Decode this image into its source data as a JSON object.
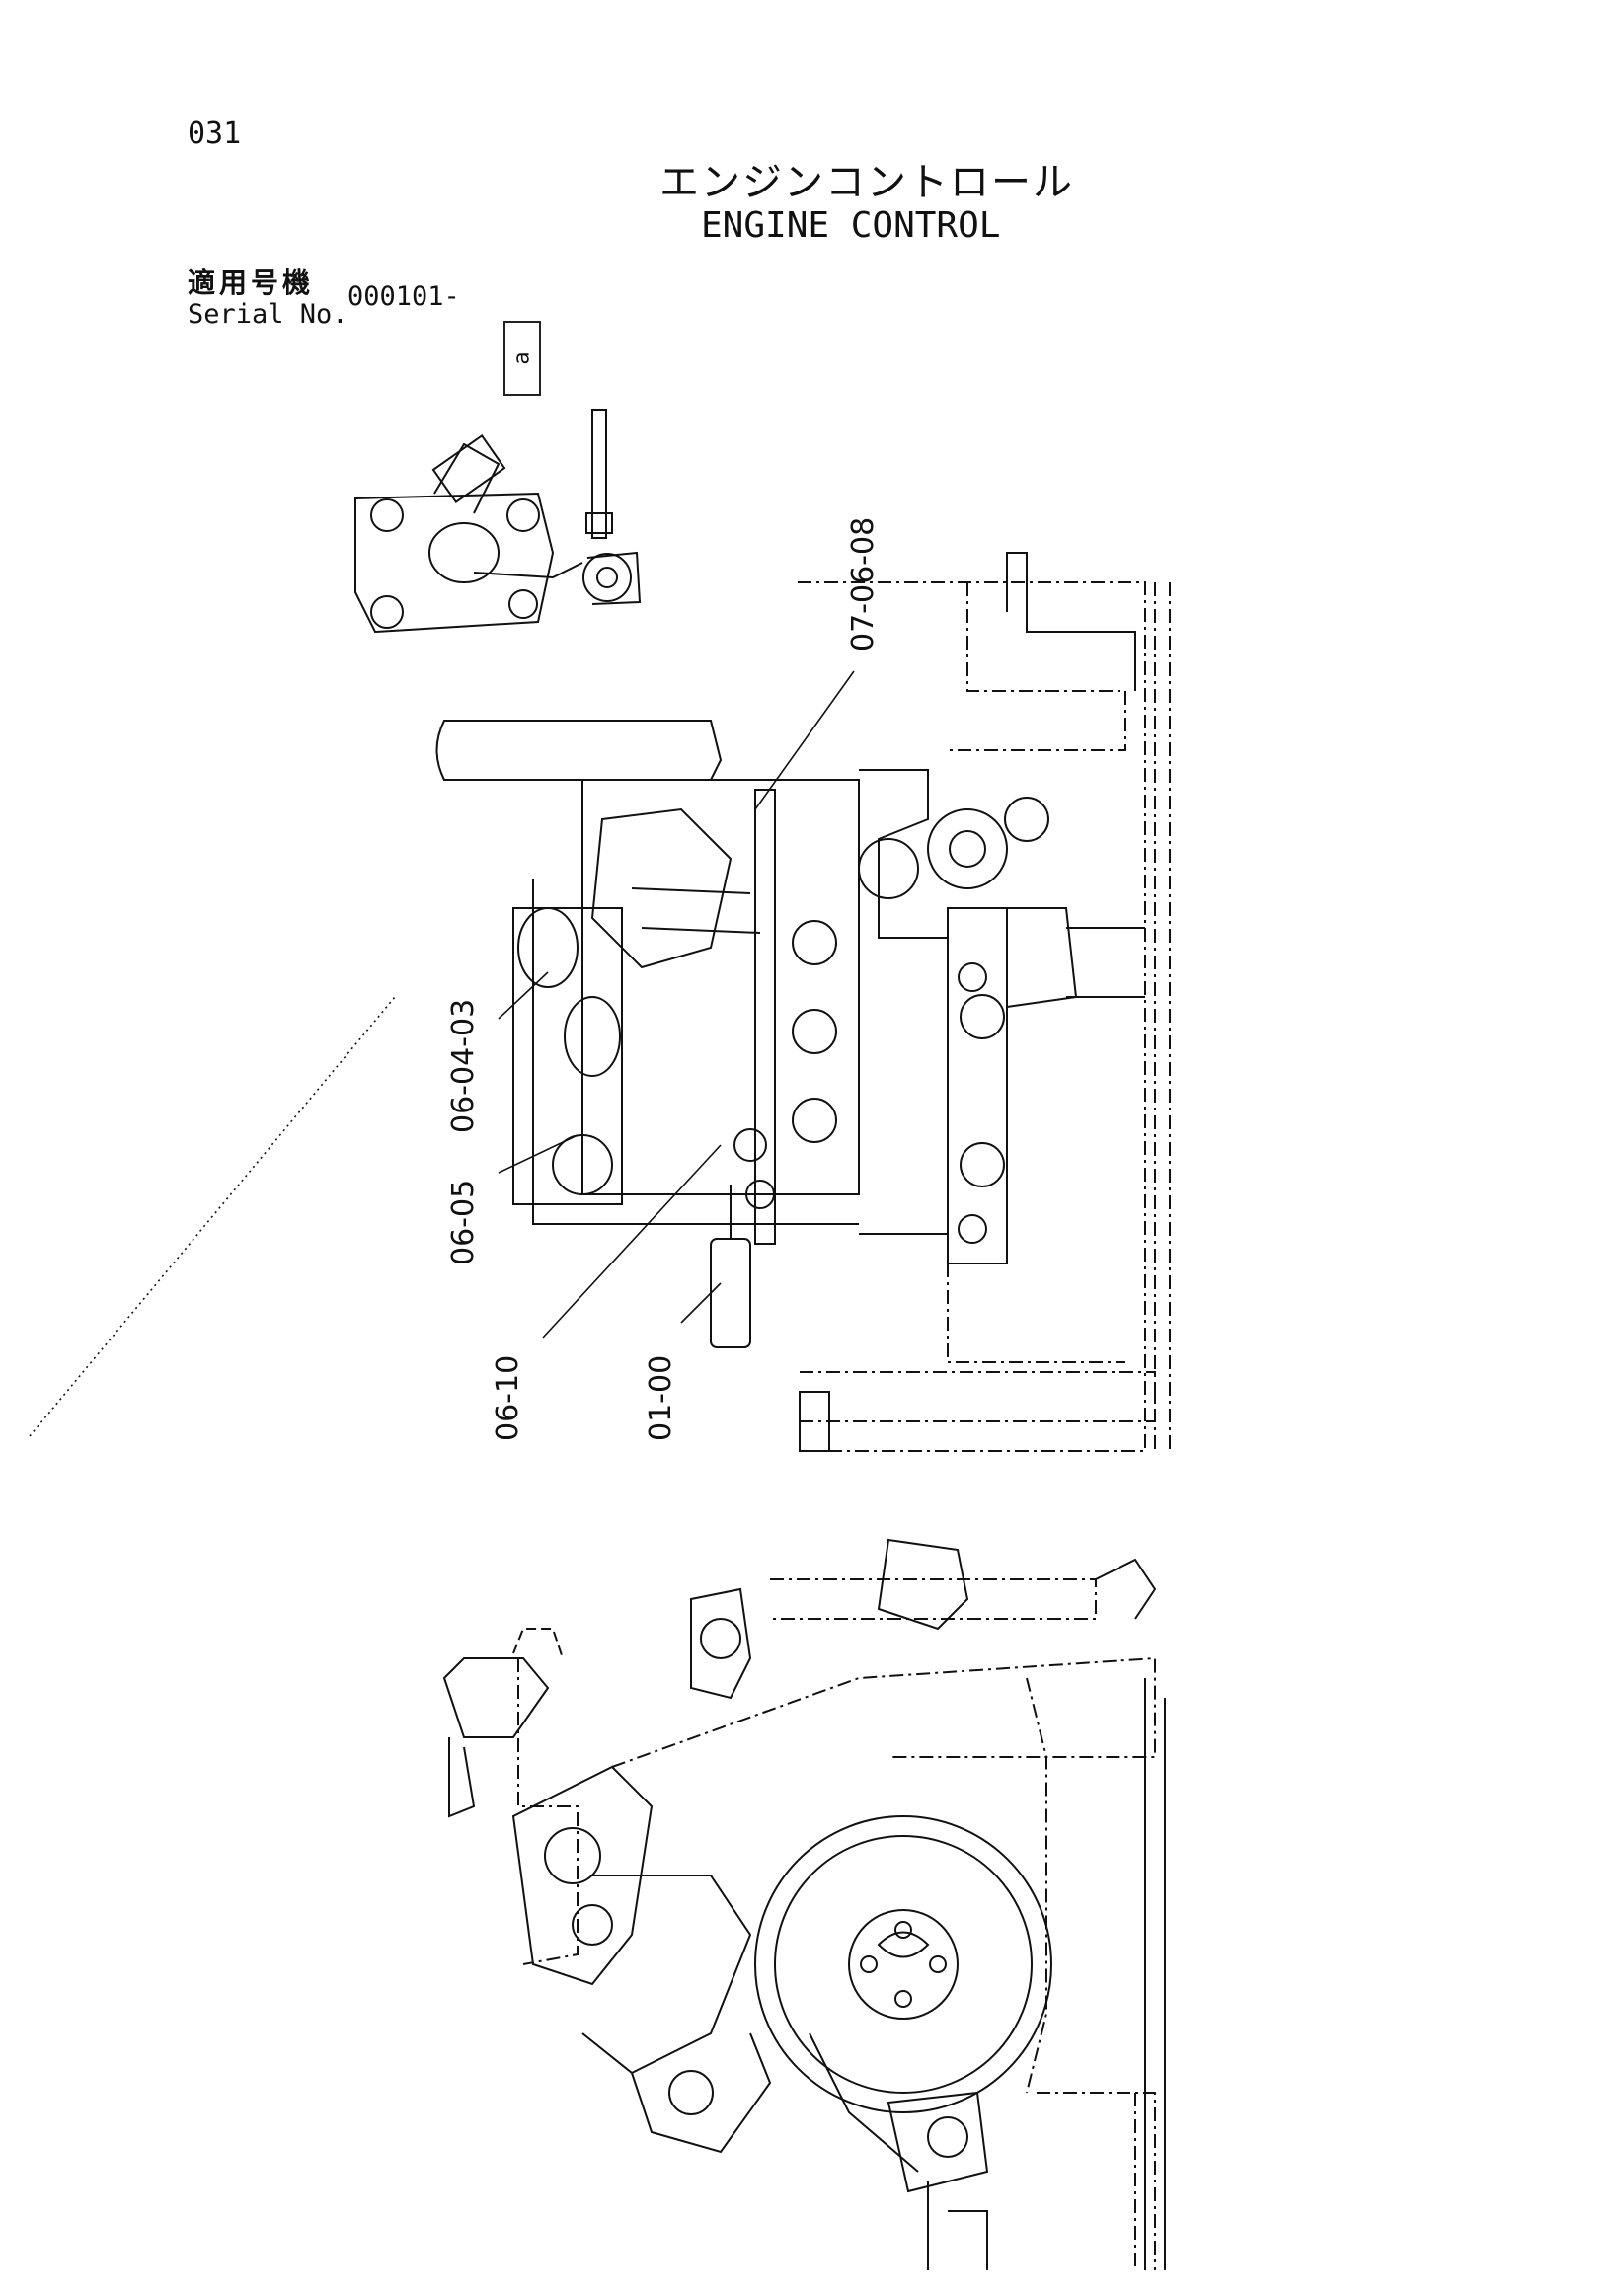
{
  "header": {
    "page_number": "031",
    "title_jp": "エンジンコントロール",
    "title_en": "ENGINE CONTROL"
  },
  "serial": {
    "label_jp": "適用号機",
    "label_en": "Serial No.",
    "value": "000101-"
  },
  "detail_tag": "a",
  "callouts": [
    "07-06-08",
    "06-04-03",
    "06-05",
    "06-10",
    "01-00"
  ]
}
